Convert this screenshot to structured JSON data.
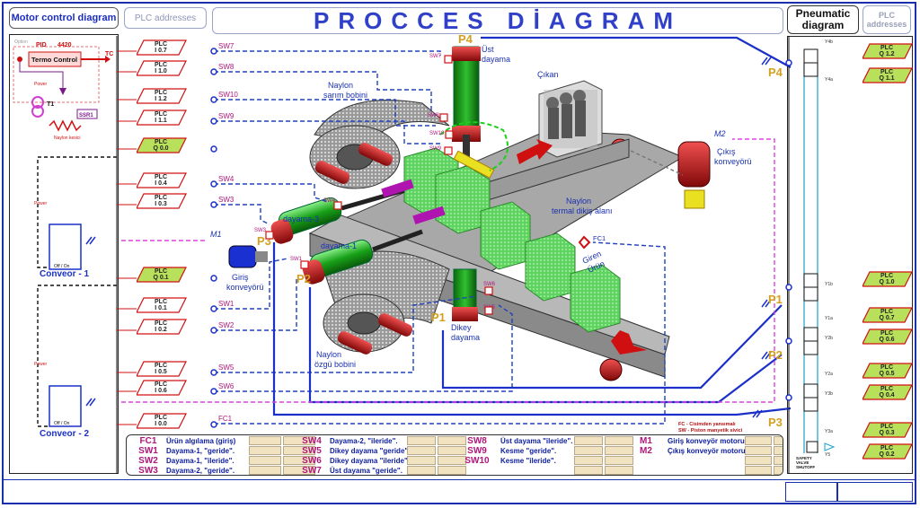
{
  "header": {
    "motor_control": "Motor control diagram",
    "plc_addresses": "PLC addresses",
    "title": "PROCCES DİAGRAM",
    "pneumatic_line1": "Pneumatic",
    "pneumatic_line2": "diagram",
    "plc_addresses_right_1": "PLC",
    "plc_addresses_right_2": "addresses"
  },
  "motor_panel": {
    "option_label": "Option",
    "pid_label": "PID",
    "pid_value": "4420",
    "termo_control": "Termo Control",
    "tc_label": "TC",
    "power_label": "Power",
    "t1_label": "T1",
    "ssr_label": "SSR1",
    "heater_label": "Naylon kesici",
    "conveyor1": "Conveor - 1",
    "conveyor2": "Conveor - 2",
    "off_on": "Off / On"
  },
  "plc_inputs": [
    {
      "plc": "PLC",
      "addr": "I 0.7",
      "sw": "SW7"
    },
    {
      "plc": "PLC",
      "addr": "I 1.0",
      "sw": "SW8"
    },
    {
      "plc": "PLC",
      "addr": "I 1.2",
      "sw": "SW10"
    },
    {
      "plc": "PLC",
      "addr": "I 1.1",
      "sw": "SW9"
    },
    {
      "plc": "PLC",
      "addr": "Q 0.0",
      "sw": ""
    },
    {
      "plc": "PLC",
      "addr": "I 0.4",
      "sw": "SW4"
    },
    {
      "plc": "PLC",
      "addr": "I 0.3",
      "sw": "SW3"
    },
    {
      "plc": "PLC",
      "addr": "Q 0.1",
      "sw": ""
    },
    {
      "plc": "PLC",
      "addr": "I 0.1",
      "sw": "SW1"
    },
    {
      "plc": "PLC",
      "addr": "I 0.2",
      "sw": "SW2"
    },
    {
      "plc": "PLC",
      "addr": "I 0.5",
      "sw": "SW5"
    },
    {
      "plc": "PLC",
      "addr": "I 0.6",
      "sw": "SW6"
    },
    {
      "plc": "PLC",
      "addr": "I 0.0",
      "sw": "FC1"
    }
  ],
  "plc_outputs": [
    {
      "plc": "PLC",
      "addr": "Q 1.2"
    },
    {
      "plc": "PLC",
      "addr": "Q 1.1"
    },
    {
      "plc": "PLC",
      "addr": "Q 1.0"
    },
    {
      "plc": "PLC",
      "addr": "Q 0.7"
    },
    {
      "plc": "PLC",
      "addr": "Q 0.6"
    },
    {
      "plc": "PLC",
      "addr": "Q 0.5"
    },
    {
      "plc": "PLC",
      "addr": "Q 0.4"
    },
    {
      "plc": "PLC",
      "addr": "Q 0.3"
    },
    {
      "plc": "PLC",
      "addr": "Q 0.2"
    }
  ],
  "valves": [
    "Y4b",
    "Y4a",
    "Y1b",
    "Y1a",
    "Y2b",
    "Y2a",
    "Y3b",
    "Y3a",
    "Y5"
  ],
  "safety_valve": "SAFETY VALVE SHUTOFF",
  "pistons": {
    "p1": "P1",
    "p2": "P2",
    "p3": "P3",
    "p4": "P4"
  },
  "process_labels": {
    "ust_dayama": "Üst dayama",
    "naylon_sarim": "Naylon sarım bobini",
    "cikan": "Çıkan",
    "naylon_termal": "Naylon termal dikiş alanı",
    "cikis_konveyor": "Çıkış konveyörü",
    "m2": "M2",
    "m1": "M1",
    "dayama3": "dayama-3",
    "dayama1": "dayama-1",
    "giris_konveyor": "Giriş konveyörü",
    "fc1": "FC1",
    "giren_urun": "Giren Ürün",
    "dikey_dayama": "Dikey dayama",
    "naylon_ozgu": "Naylon özgü bobini",
    "sw_labels": [
      "SW7",
      "SW8",
      "SW10",
      "SW9",
      "SW4",
      "SW3",
      "SW1",
      "SW2",
      "SW5",
      "SW6"
    ]
  },
  "legend": {
    "col1": [
      {
        "code": "FC1",
        "desc": "Ürün algılama  (giriş)"
      },
      {
        "code": "SW1",
        "desc": "Dayama-1, \"geride\"."
      },
      {
        "code": "SW2",
        "desc": "Dayama-1, \"ileride\"."
      },
      {
        "code": "SW3",
        "desc": "Dayama-2, \"geride\"."
      }
    ],
    "col2": [
      {
        "code": "SW4",
        "desc": "Dayama-2, \"ileride\"."
      },
      {
        "code": "SW5",
        "desc": "Dikey dayama \"geride\""
      },
      {
        "code": "SW6",
        "desc": "Dikey dayama \"ileride\""
      },
      {
        "code": "SW7",
        "desc": "Üst dayama \"geride\"."
      }
    ],
    "col3": [
      {
        "code": "SW8",
        "desc": "Üst dayama \"ileride\"."
      },
      {
        "code": "SW9",
        "desc": "Kesme \"geride\"."
      },
      {
        "code": "SW10",
        "desc": "Kesme \"ileride\"."
      },
      {
        "code": "",
        "desc": ""
      }
    ],
    "col4": [
      {
        "code": "M1",
        "desc": "Giriş konveyör motoru"
      },
      {
        "code": "M2",
        "desc": "Çıkış konveyör motoru"
      },
      {
        "code": "",
        "desc": ""
      },
      {
        "code": "",
        "desc": ""
      }
    ],
    "note1": "FC - Cisimden yansımalı",
    "note2": "SW - Piston manyetik sivici"
  }
}
